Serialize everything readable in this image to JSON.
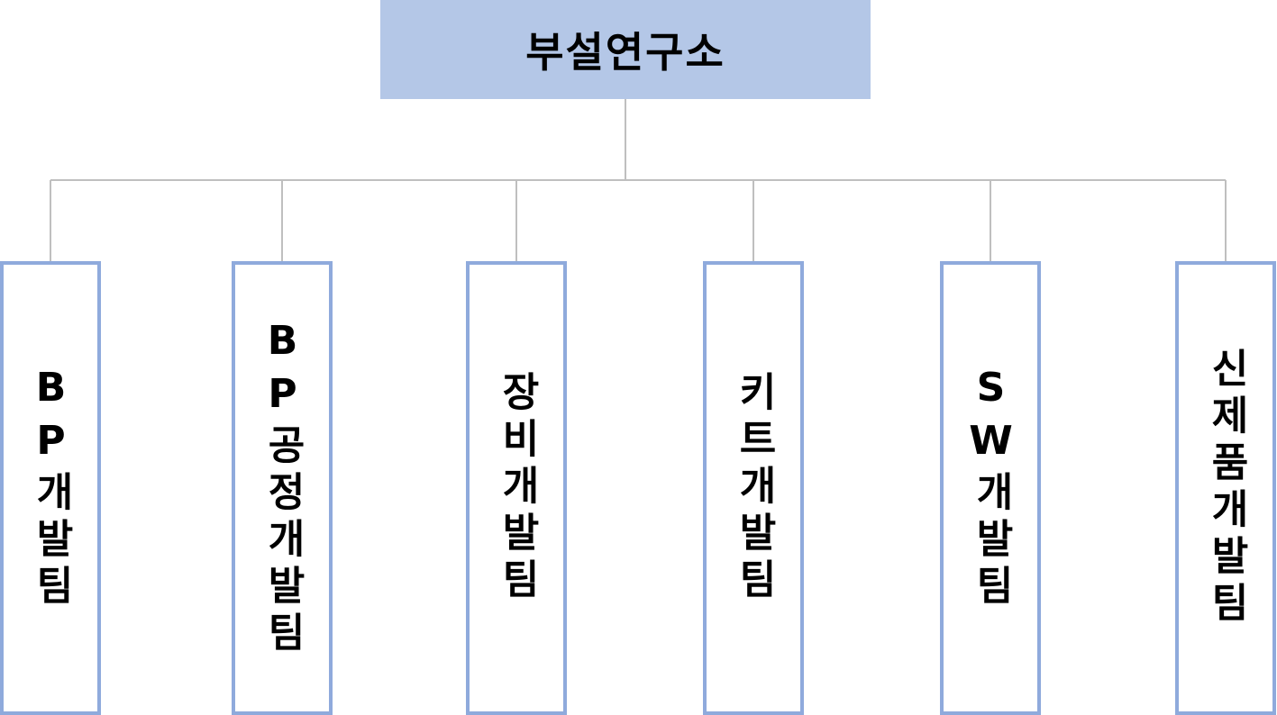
{
  "root": {
    "label": "부설연구소"
  },
  "teams": [
    {
      "label": "BP개발팀"
    },
    {
      "label": "BP공정개발팀"
    },
    {
      "label": "장비개발팀"
    },
    {
      "label": "키트개발팀"
    },
    {
      "label": "SW개발팀"
    },
    {
      "label": "신제품개발팀"
    }
  ],
  "colors": {
    "root_fill": "#b4c7e7",
    "team_border": "#8faadc",
    "connector": "#bfbfbf"
  }
}
